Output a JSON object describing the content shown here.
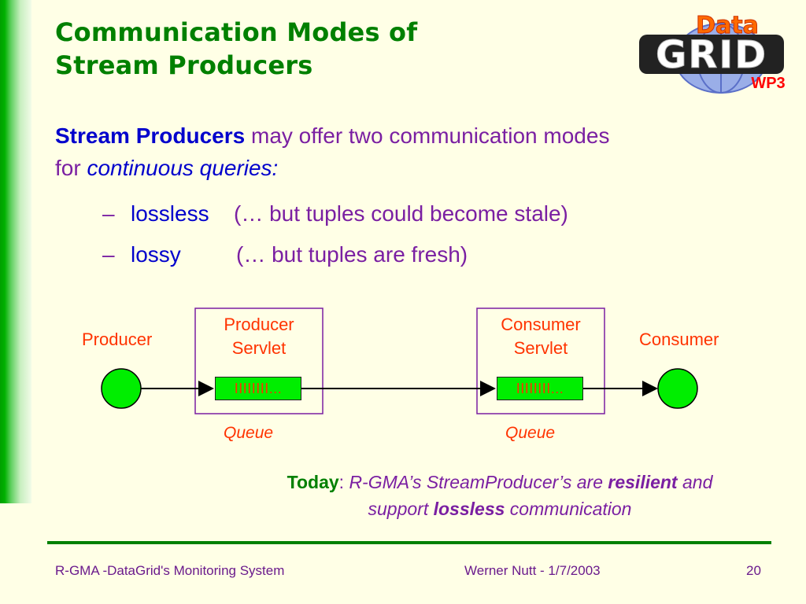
{
  "slide": {
    "title_line1": "Communication Modes of",
    "title_line2": "Stream Producers",
    "logo": {
      "top_text": "Data",
      "main_text": "GRID",
      "badge": "WP3",
      "icon": "globe-icon"
    },
    "intro": {
      "strong": "Stream Producers",
      "rest1": " may offer two communication modes",
      "rest2": "for ",
      "em": "continuous queries:"
    },
    "bullets": [
      {
        "dash": "–",
        "term": "lossless",
        "note": "(… but tuples could become stale)"
      },
      {
        "dash": "–",
        "term": "lossy",
        "note": "(… but tuples are fresh)"
      }
    ],
    "diagram": {
      "producer": "Producer",
      "consumer": "Consumer",
      "producer_servlet_line1": "Producer",
      "producer_servlet_line2": "Servlet",
      "consumer_servlet_line1": "Consumer",
      "consumer_servlet_line2": "Servlet",
      "queue_contents": "IIIIIIII...",
      "queue_label": "Queue"
    },
    "today": {
      "label": "Today",
      "colon": ": ",
      "part1": "R-GMA",
      "apos1": "’",
      "part2": "s StreamProducer",
      "apos2": "’",
      "part3": "s are ",
      "em1": "resilient",
      "part4": " and",
      "part5": "support ",
      "em2": "lossless",
      "part6": " communication"
    },
    "footer": {
      "left": "R-GMA -DataGrid's Monitoring System",
      "center": "Werner Nutt - 1/7/2003",
      "page": "20"
    },
    "colors": {
      "background": "#ffffe6",
      "title": "#008000",
      "body_text": "#7a1fa2",
      "emphasis": "#0000cc",
      "diagram_label": "#ff3300",
      "node_fill": "#00ee00",
      "box_border": "#7a1fa2"
    }
  }
}
